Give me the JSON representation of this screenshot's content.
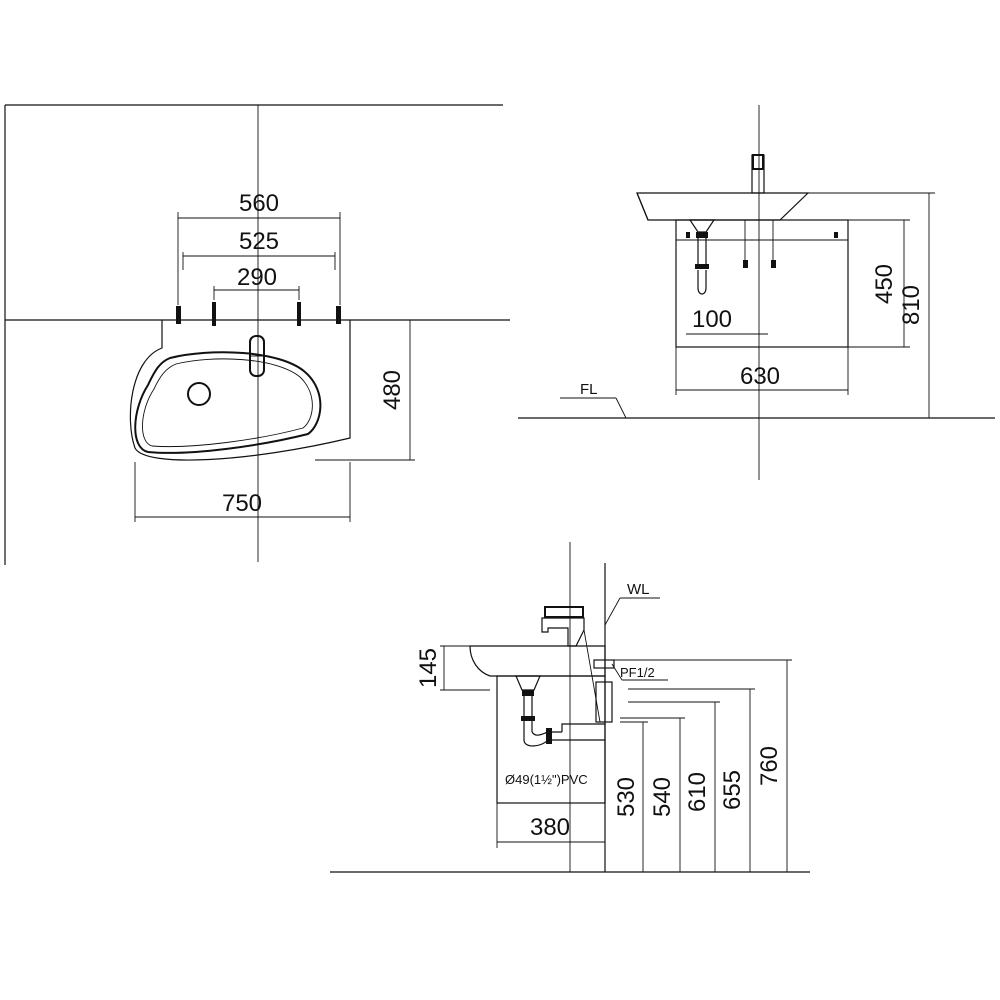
{
  "top_view": {
    "dim_560": "560",
    "dim_525": "525",
    "dim_290": "290",
    "dim_480": "480",
    "dim_750": "750"
  },
  "front_view": {
    "dim_450": "450",
    "dim_810": "810",
    "dim_100": "100",
    "dim_630": "630",
    "floor_label": "FL"
  },
  "side_view": {
    "wall_label": "WL",
    "pipe_fitting_label": "PF1/2",
    "dim_145": "145",
    "drain_label": "Ø49(1½\")PVC",
    "dim_380": "380",
    "dim_530": "530",
    "dim_540": "540",
    "dim_610": "610",
    "dim_655": "655",
    "dim_760": "760"
  }
}
